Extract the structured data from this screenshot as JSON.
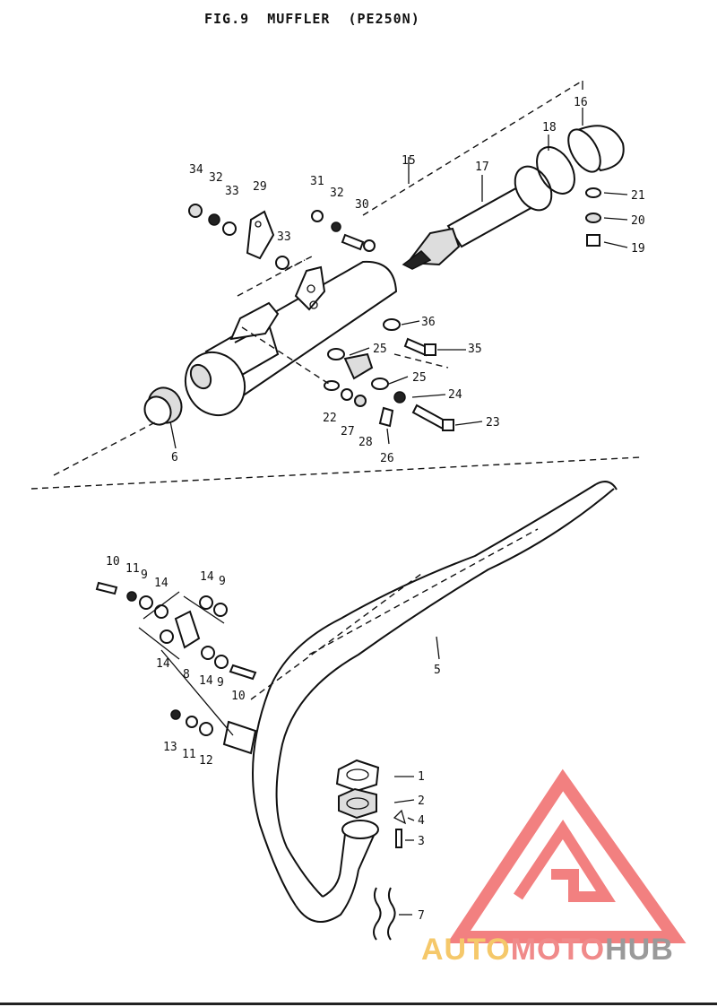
{
  "title": "FIG.9  MUFFLER  (PE250N)",
  "logo": {
    "part1": "AUTO",
    "part2": "MOTO",
    "part3": "HUB",
    "colors": {
      "auto": "#f5c86a",
      "moto": "#f08a8a",
      "hub": "#9a9a9a",
      "triangle": "#f06a6a"
    }
  },
  "labels": {
    "n1": "1",
    "n2": "2",
    "n3": "3",
    "n4": "4",
    "n5": "5",
    "n6": "6",
    "n7": "7",
    "n8": "8",
    "n9a": "9",
    "n9b": "9",
    "n9c": "9",
    "n10a": "10",
    "n10b": "10",
    "n11a": "11",
    "n11b": "11",
    "n12": "12",
    "n13": "13",
    "n14a": "14",
    "n14b": "14",
    "n14c": "14",
    "n14d": "14",
    "n15": "15",
    "n16": "16",
    "n17": "17",
    "n18": "18",
    "n19": "19",
    "n20": "20",
    "n21": "21",
    "n22": "22",
    "n23": "23",
    "n24": "24",
    "n25a": "25",
    "n25b": "25",
    "n26": "26",
    "n27": "27",
    "n28": "28",
    "n29": "29",
    "n30": "30",
    "n31": "31",
    "n32a": "32",
    "n32b": "32",
    "n33a": "33",
    "n33b": "33",
    "n34": "34",
    "n35": "35",
    "n36": "36"
  }
}
